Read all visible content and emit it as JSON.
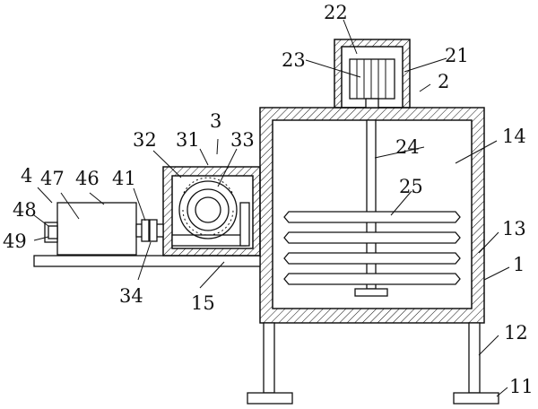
{
  "labels": {
    "l1": "1",
    "l2": "2",
    "l3": "3",
    "l4": "4",
    "l11": "11",
    "l12": "12",
    "l13": "13",
    "l14": "14",
    "l15": "15",
    "l21": "21",
    "l22": "22",
    "l23": "23",
    "l24": "24",
    "l25": "25",
    "l31": "31",
    "l32": "32",
    "l33": "33",
    "l34": "34",
    "l41": "41",
    "l46": "46",
    "l47": "47",
    "l48": "48",
    "l49": "49"
  }
}
